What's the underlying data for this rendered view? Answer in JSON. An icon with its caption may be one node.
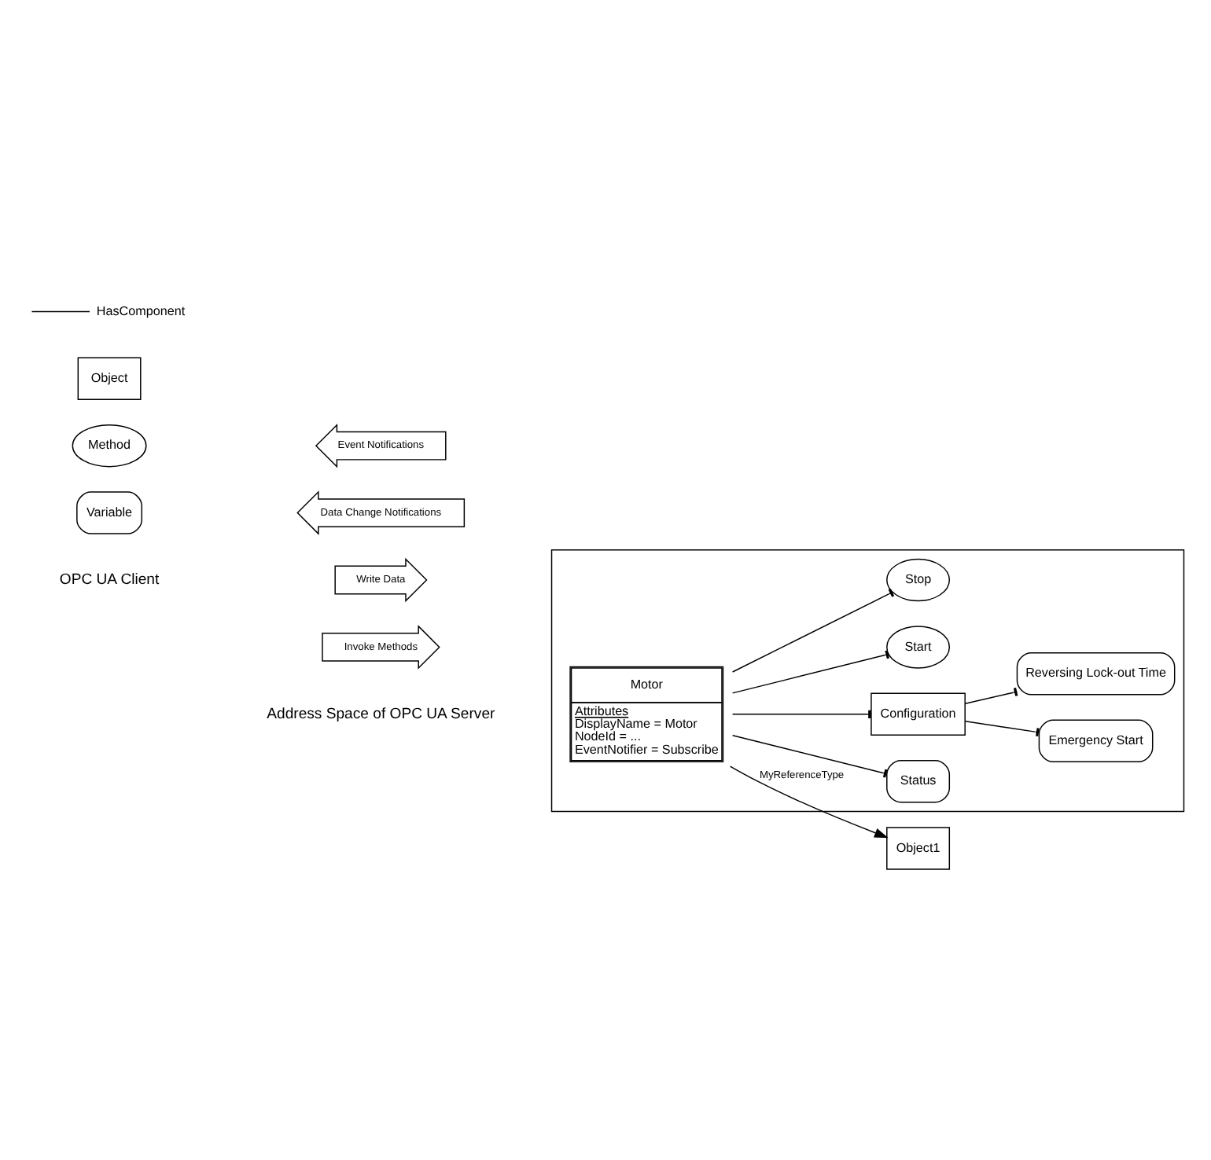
{
  "diagram": {
    "nodes": [
      {
        "text": [],
        "shape": "box"
      },
      {
        "text": [
          "Motor",
          "Attributes",
          "DisplayName = Motor",
          "NodeId = ...",
          "EventNotifier = Subscribe"
        ],
        "in": 0
      },
      {
        "text": [
          "Object1"
        ]
      },
      {
        "text": [
          "Event Notifications"
        ]
      },
      {
        "text": [
          "Status"
        ],
        "in": 0
      },
      {
        "text": [
          "Data Change Notifications"
        ]
      },
      {
        "text": [
          "Configuration"
        ],
        "in": 0
      },
      {
        "text": [
          "Write Data"
        ]
      },
      {
        "text": [
          "Emergency Start"
        ],
        "in": 0
      },
      {
        "text": [
          "Reversing Lock-out Time"
        ],
        "in": 0
      },
      {
        "text": [
          "Start"
        ],
        "in": 0
      },
      {
        "text": [
          "Invoke Methods"
        ]
      },
      {
        "text": [
          "Stop"
        ],
        "in": 0
      },
      {
        "text": [
          "Variable"
        ]
      },
      {
        "text": [
          "Method"
        ]
      },
      {
        "text": [
          "Object"
        ]
      }
    ],
    "edges": [
      {
        "from": 1,
        "to": 2,
        "arrow": "to",
        "label": "MyReferenceType"
      },
      {
        "from": 1,
        "to": 4,
        "arrow": "other"
      },
      {
        "from": 1,
        "to": 6,
        "arrow": "other"
      },
      {
        "from": 6,
        "to": 8,
        "arrow": "other"
      },
      {
        "from": 6,
        "to": 9,
        "arrow": "other"
      },
      {
        "from": 1,
        "to": 10,
        "arrow": "other"
      },
      {
        "from": 1,
        "to": 12,
        "arrow": "other"
      }
    ],
    "labels": [
      "OPC UA Client",
      "Address Space of OPC UA Server"
    ],
    "legend": [
      {
        "text": "HasComponent"
      }
    ]
  }
}
